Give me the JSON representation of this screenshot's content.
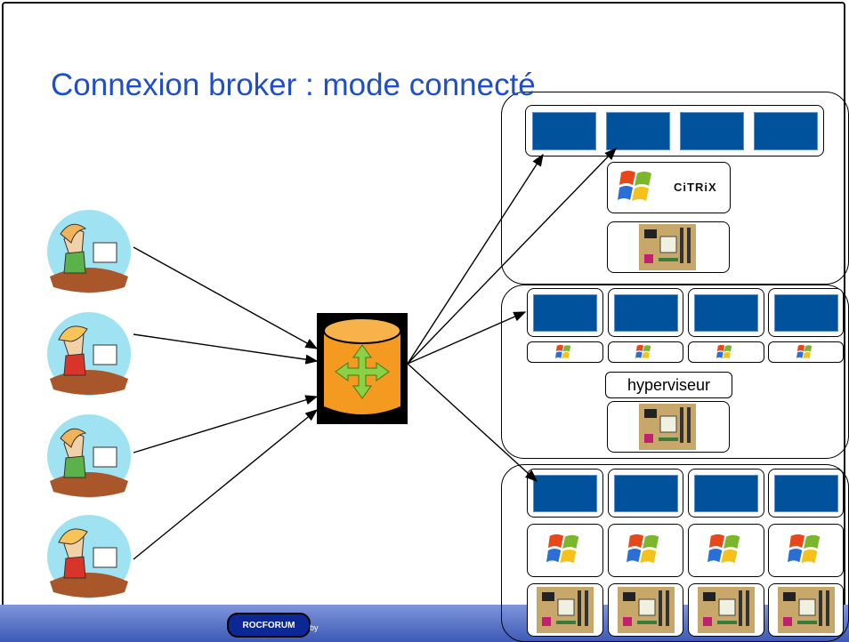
{
  "slide": {
    "title": "Connexion broker : mode connecté",
    "hypervisor_label": "hyperviseur",
    "citrix_label": "CiTRiX",
    "footer_logo": "ROCFORUM",
    "footer_by": "by"
  },
  "icons": {
    "users": [
      "user-computer-icon",
      "user-computer-icon",
      "user-computer-icon",
      "user-computer-icon"
    ],
    "broker": "connection-broker-icon",
    "os": "windows-logo-icon",
    "hardware": "motherboard-icon"
  }
}
